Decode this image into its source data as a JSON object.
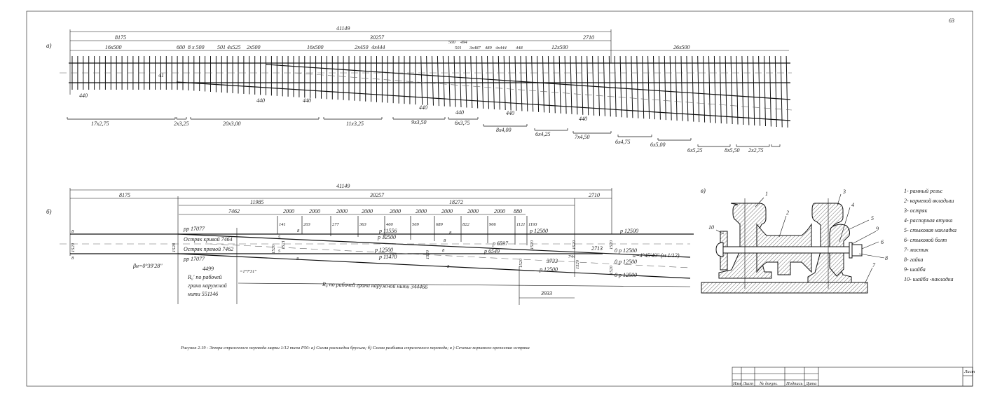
{
  "page_number": "63",
  "part_a": {
    "label": "а)",
    "overall": "41149",
    "dims_level2": [
      "8175",
      "30257",
      "2710"
    ],
    "sleeper_spacings": [
      "16x500",
      "600",
      "8 x 500",
      "501",
      "4x525",
      "2x500",
      "16x500",
      "2x450",
      "4x444",
      "500",
      "494",
      "501",
      "3x487",
      "489",
      "4x444",
      "448",
      "12x500",
      "26x500"
    ],
    "gaps": [
      "41",
      "440",
      "440",
      "440",
      "440",
      "440",
      "440",
      "440"
    ],
    "sleeper_lengths": [
      "17x2,75",
      "2x3,25",
      "20x3,00",
      "11x3,25",
      "9x3,50",
      "6x3,75",
      "8x4,00",
      "6x4,25",
      "7x4,50",
      "6x4,75",
      "6x5,00",
      "6x5,25",
      "8x5,50",
      "2x2,75"
    ]
  },
  "part_b": {
    "label": "б)",
    "overall": "41149",
    "dims_level2": [
      "8175",
      "30257",
      "2710"
    ],
    "dims_level3": [
      "11985",
      "18272"
    ],
    "dims_level4": [
      "7462",
      "2000",
      "2000",
      "2000",
      "2000",
      "2000",
      "2000",
      "2000",
      "2000",
      "2000",
      "880"
    ],
    "ordinates": [
      "141",
      "203",
      "277",
      "363",
      "460",
      "569",
      "689",
      "822",
      "966",
      "1121",
      "1193"
    ],
    "labels": {
      "rr_top": "рр 17077",
      "blade_curved": "Остряк кривой 7464",
      "blade_straight": "Остряк прямой 7462",
      "rr_bottom": "рр 17077",
      "beta": "βн=0°39'28\"",
      "len_4499": "4499",
      "r0_prime": [
        "R₀' по рабочей",
        "грани наружной",
        "нити 551146"
      ],
      "r0": "R₀ по рабочей грани наружной нити  344466",
      "angle": "α=4°45'49\" (м 1/12)",
      "small_angle": "=1°7'31\""
    },
    "radii": [
      "р 11556",
      "р 12500",
      "р 12500",
      "р 11470",
      "р 6597",
      "р 6549",
      "р 12500",
      "р 12500",
      "р 12500",
      "0  р 12500",
      "0  р 12500",
      "0  р 12500"
    ],
    "widths": [
      "1520",
      "1528",
      "1520",
      "1521",
      "1520",
      "1520",
      "1520",
      "1520",
      "1520",
      "1520",
      "1520",
      "1520"
    ],
    "misc": [
      "2713",
      "3733",
      "744",
      "3933"
    ],
    "marks": [
      "8",
      "8",
      "8",
      "8",
      "5",
      "5",
      "8",
      "8",
      "8",
      "8"
    ]
  },
  "part_c": {
    "label": "в)",
    "callouts": [
      "1",
      "2",
      "3",
      "4",
      "5",
      "6",
      "7",
      "8",
      "9",
      "10"
    ],
    "legend": [
      "1- рамный рельс",
      "2- корневой вкладыш",
      "3- остряк",
      "4- распорная втулка",
      "5- стыковая накладка",
      "6- стыковой болт",
      "7- мостик",
      "8- гайка",
      "9- шайба",
      "10- шайба -накладка"
    ]
  },
  "caption": "Рисунок 2.19 - Эпюра стрелочного перевода марки 1/12 типа Р50: а) Схема раскладки брусьев; б) Схема разбивки стрелочного перевода; в ) Сечение корневого крепления остряка",
  "title_block": {
    "col_headers": [
      "Изм",
      "Лист",
      "№ докум.",
      "Подпись",
      "Дата"
    ],
    "sheet_label": "Лист"
  }
}
